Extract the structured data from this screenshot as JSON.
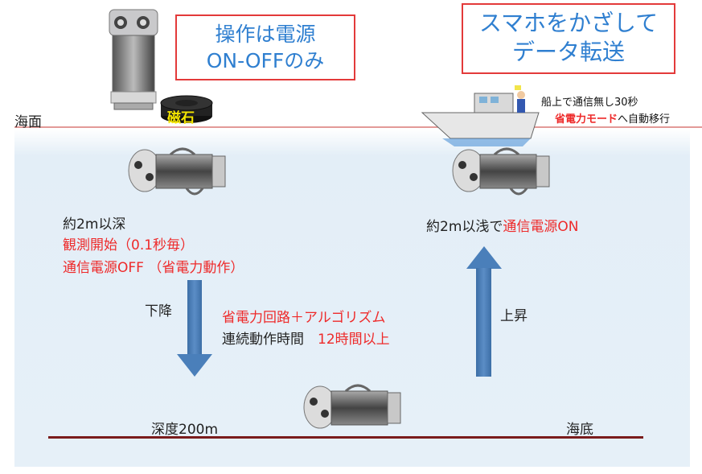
{
  "callout_left": {
    "line1": "操作は電源",
    "line2": "ON-OFFのみ"
  },
  "callout_right": {
    "line1": "スマホをかざして",
    "line2": "データ転送"
  },
  "labels": {
    "sea_surface": "海面",
    "magnet": "磁石",
    "boat_note_line1": "船上で通信無し30秒",
    "boat_note_line2_red": "省電力モード",
    "boat_note_line2_rest": "へ自動移行",
    "depth_deep": "約2m以深",
    "measure_start": "観測開始（0.1秒毎）",
    "comm_off": "通信電源OFF （省電力動作）",
    "shallow_prefix": "約2m以浅で",
    "shallow_red": "通信電源ON",
    "descend": "下降",
    "ascend": "上昇",
    "power_circuit": "省電力回路＋アルゴリズム",
    "continuous_prefix": "連続動作時間　",
    "continuous_red": "12時間以上",
    "depth_200": "深度200m",
    "seabed": "海底"
  },
  "colors": {
    "accent_red": "#ee2a2a",
    "callout_text": "#2f7fd0",
    "arrow": "#4a7fba"
  }
}
